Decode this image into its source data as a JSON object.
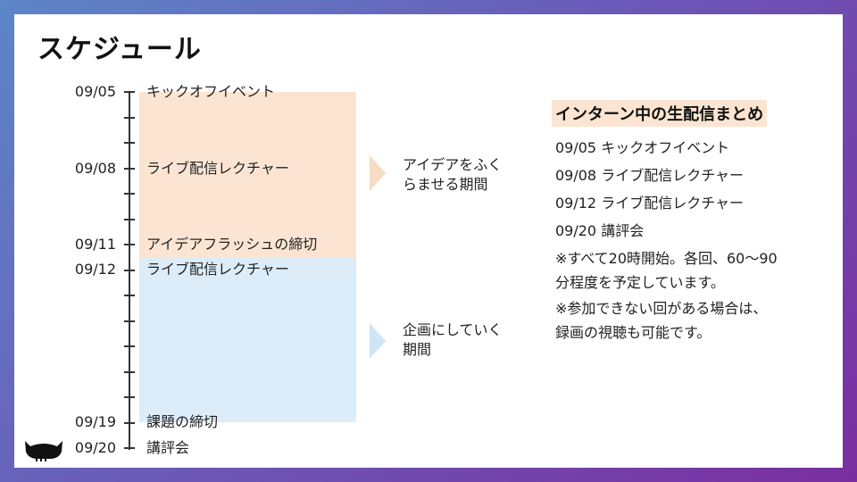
{
  "title": "スケジュール",
  "timeline": [
    {
      "date": "09/05",
      "event": "キックオフイベント"
    },
    {
      "date": "09/08",
      "event": "ライブ配信レクチャー"
    },
    {
      "date": "09/11",
      "event": "アイデアフラッシュの締切"
    },
    {
      "date": "09/12",
      "event": "ライブ配信レクチャー"
    },
    {
      "date": "09/19",
      "event": "課題の締切"
    },
    {
      "date": "09/20",
      "event": "講評会"
    }
  ],
  "phases": [
    {
      "label_line1": "アイデアをふく",
      "label_line2": "らませる期間",
      "color": "#fbe5d2"
    },
    {
      "label_line1": "企画にしていく",
      "label_line2": "期間",
      "color": "#dcedf9"
    }
  ],
  "summary": {
    "title": "インターン中の生配信まとめ",
    "items": [
      "09/05 キックオフイベント",
      "09/08 ライブ配信レクチャー",
      "09/12 ライブ配信レクチャー",
      "09/20 講評会"
    ],
    "note1_line1": "※すべて20時開始。各回、60〜90",
    "note1_line2": "分程度を予定しています。",
    "note2_line1": "※参加できない回がある場合は、",
    "note2_line2": "録画の視聴も可能です。"
  },
  "colors": {
    "accent_orange": "#fbe5d2",
    "accent_blue": "#dcedf9",
    "text": "#222222"
  }
}
